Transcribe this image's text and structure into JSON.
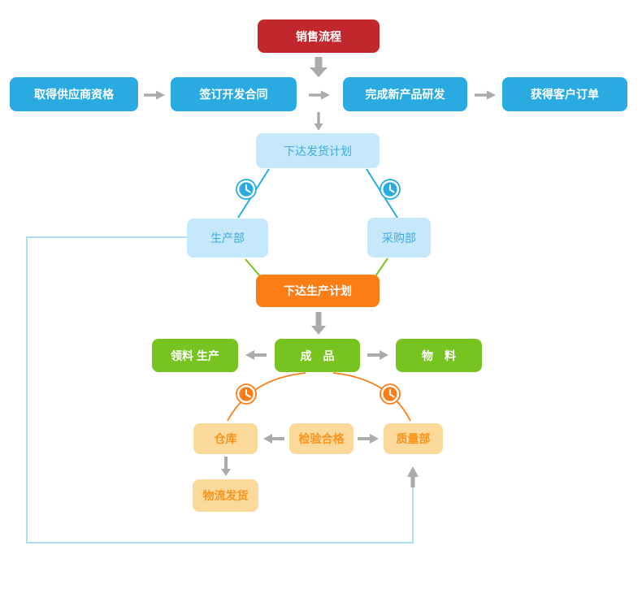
{
  "diagram": {
    "root": {
      "label": "销售流程"
    },
    "suppliers_row": [
      {
        "label": "取得供应商资格"
      },
      {
        "label": "签订开发合同"
      },
      {
        "label": "完成新产品研发"
      },
      {
        "label": "获得客户订单"
      }
    ],
    "delivery_plan": {
      "label": "下达发货计划"
    },
    "depts": {
      "production": {
        "label": "生产部"
      },
      "purchasing": {
        "label": "采购部"
      }
    },
    "production_plan": {
      "label": "下达生产计划"
    },
    "goods_row": [
      {
        "label": "领料 生产"
      },
      {
        "label": "成　品"
      },
      {
        "label": "物　料"
      }
    ],
    "quality_row": [
      {
        "label": "仓库"
      },
      {
        "label": "检验合格"
      },
      {
        "label": "质量部"
      }
    ],
    "logistics": {
      "label": "物流发货"
    }
  },
  "colors": {
    "red": "#c1272d",
    "blue": "#29abe2",
    "light_blue": "#c5e9fa",
    "light_blue_text": "#3fa9dc",
    "orange": "#fb7d16",
    "green": "#77c31f",
    "tan": "#fbd99b",
    "tan_text": "#f7941e",
    "arrow_gray": "#ababab",
    "feedback_line": "#aadcf2"
  }
}
